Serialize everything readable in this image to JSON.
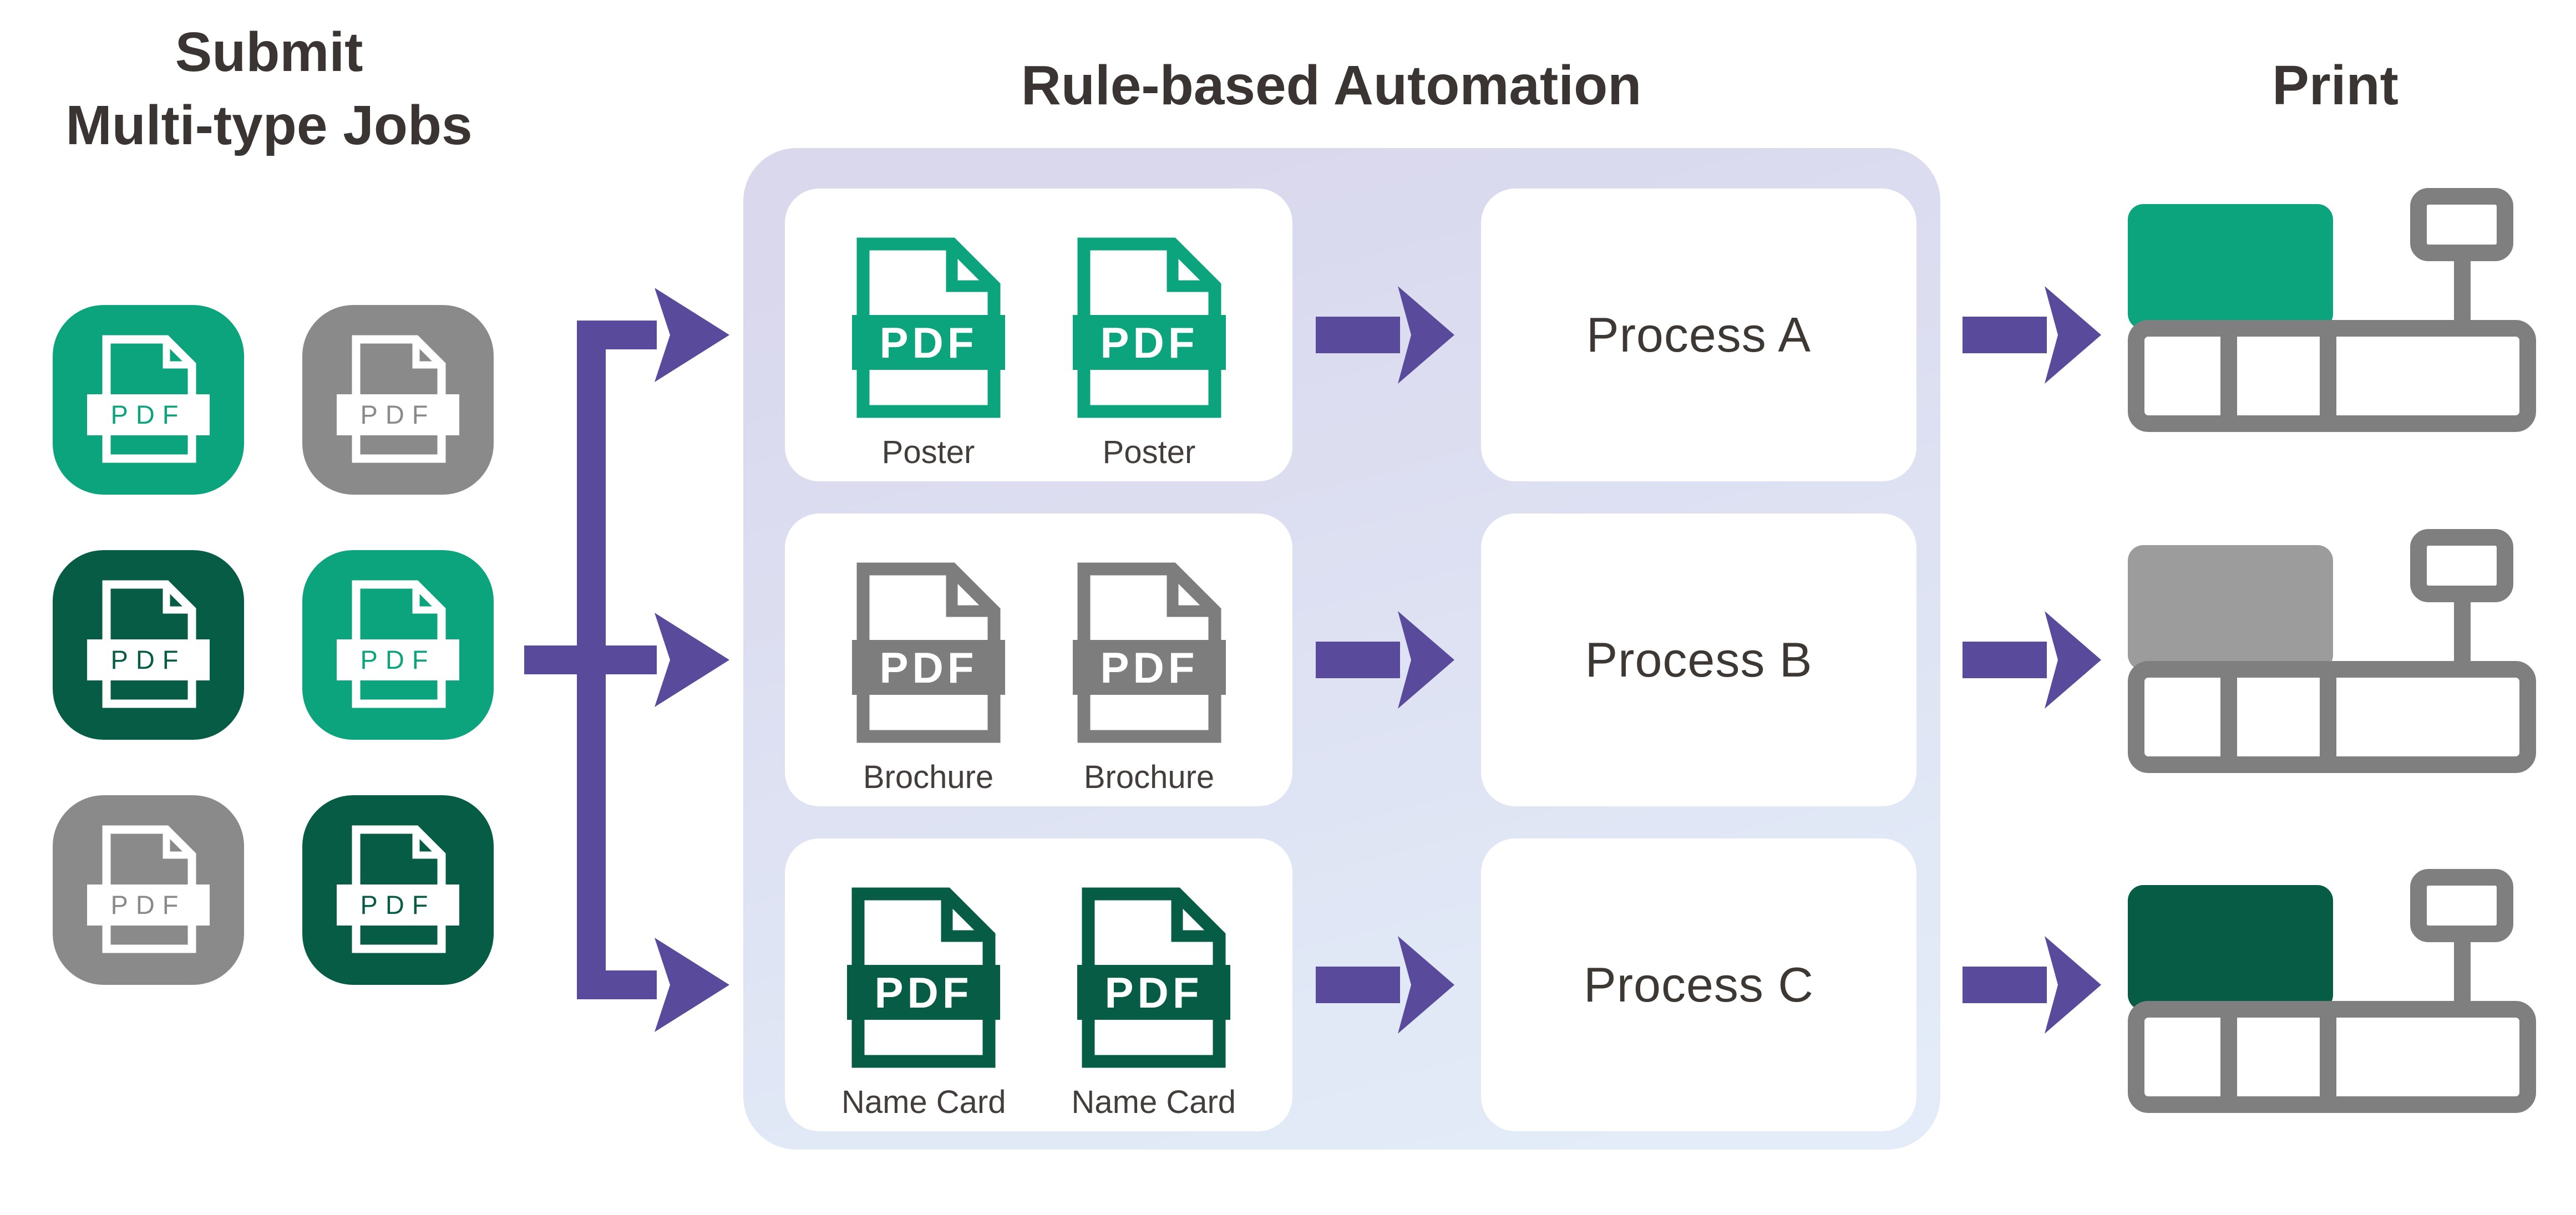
{
  "titles": {
    "submit_line1": "Submit",
    "submit_line2": "Multi-type Jobs",
    "automation": "Rule-based Automation",
    "print": "Print"
  },
  "pdf_badge_text": "PDF",
  "submitted_jobs": [
    {
      "icon": "pdf-file-icon",
      "color": "emerald"
    },
    {
      "icon": "pdf-file-icon",
      "color": "gray"
    },
    {
      "icon": "pdf-file-icon",
      "color": "dark-green"
    },
    {
      "icon": "pdf-file-icon",
      "color": "emerald"
    },
    {
      "icon": "pdf-file-icon",
      "color": "gray"
    },
    {
      "icon": "pdf-file-icon",
      "color": "dark-green"
    }
  ],
  "automation_rows": [
    {
      "job_type": "Poster",
      "doc_color": "emerald",
      "process": "Process A",
      "printer_block_color": "emerald"
    },
    {
      "job_type": "Brochure",
      "doc_color": "doc-gray",
      "process": "Process B",
      "printer_block_color": "printer-gray-block"
    },
    {
      "job_type": "Name Card",
      "doc_color": "dark-green",
      "process": "Process C",
      "printer_block_color": "dark-green"
    }
  ],
  "colors": {
    "emerald": "#0ba47c",
    "dark-green": "#065c44",
    "gray": "#8a8a8a",
    "doc-gray": "#7d7d7d",
    "printer-outline": "#7f7f7f",
    "printer-gray-block": "#9c9c9c",
    "purple": "#5a4a9b",
    "container-top": "#d9d8ed",
    "container-bottom": "#e3ecf8",
    "text": "#3a3433",
    "label-text": "#433e3c",
    "process-text": "#3d3834"
  }
}
